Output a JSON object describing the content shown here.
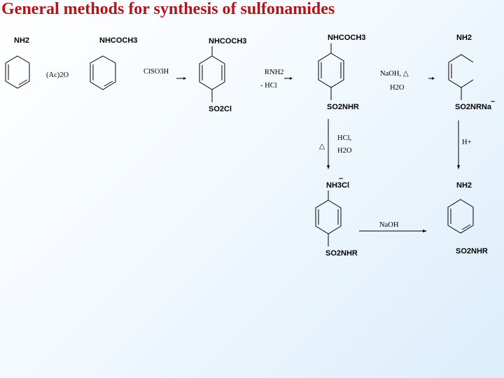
{
  "title": "General methods for synthesis of sulfonamides",
  "compounds": {
    "c1": {
      "top": "NH2"
    },
    "c2": {
      "top": "NHCOCH3"
    },
    "c3": {
      "top": "NHCOCH3",
      "bottom": "SO2Cl"
    },
    "c4": {
      "top": "NHCOCH3",
      "bottom": "SO2NHR"
    },
    "c5": {
      "top": "NH2",
      "bottom": "SO2NRNa",
      "charge": "–"
    },
    "c6": {
      "top": "NH3Cl",
      "charge": "–"
    },
    "c7": {
      "bottom": "SO2NHR"
    },
    "c8": {
      "top": "NH2",
      "bottom": "SO2NHR"
    }
  },
  "reagents": {
    "r1": "(Ac)2O",
    "r2": "ClSO3H",
    "r3a": "RNH2",
    "r3b": "- HCl",
    "r4a": "NaOH, △",
    "r4b": "H2O",
    "r5_delta": "△",
    "r5a": "HCl,",
    "r5b": "H2O",
    "r6": "H+",
    "r7": "NaOH"
  }
}
